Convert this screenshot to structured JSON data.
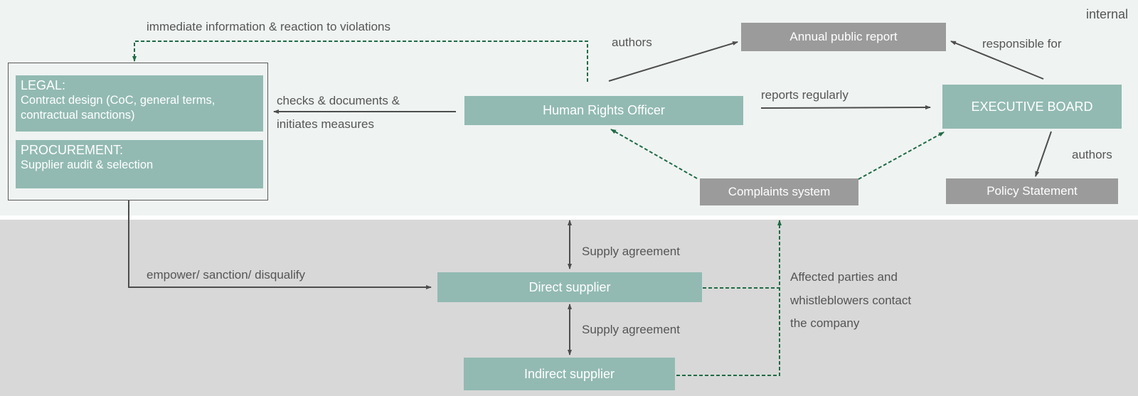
{
  "zones": {
    "internal_label": "internal"
  },
  "nodes": {
    "legal": {
      "title": "LEGAL:",
      "text": "Contract design (CoC, general terms, contractual sanctions)"
    },
    "procurement": {
      "title": "PROCUREMENT:",
      "text": "Supplier audit & selection"
    },
    "human_rights_officer": "Human Rights Officer",
    "annual_public_report": "Annual public report",
    "executive_board": "EXECUTIVE BOARD",
    "complaints_system": "Complaints system",
    "policy_statement": "Policy Statement",
    "direct_supplier": "Direct supplier",
    "indirect_supplier": "Indirect supplier"
  },
  "edges": {
    "immediate_info": "immediate information & reaction to violations",
    "authors_report": "authors",
    "responsible_for": "responsible for",
    "checks_line1": "checks & documents &",
    "checks_line2": "initiates measures",
    "reports_regularly": "reports regularly",
    "authors_policy": "authors",
    "empower": "empower/ sanction/ disqualify",
    "supply_agreement_1": "Supply agreement",
    "supply_agreement_2": "Supply agreement",
    "affected_line1": "Affected parties and",
    "affected_line2": "whistleblowers contact",
    "affected_line3": "the company"
  },
  "colors": {
    "teal_box": "#92bab2",
    "grey_box": "#9b9b9b",
    "solid_arrow": "#4d4d4d",
    "dashed_arrow": "#1f6b45",
    "internal_bg": "#eff3f2",
    "external_bg": "#d8d8d8"
  }
}
